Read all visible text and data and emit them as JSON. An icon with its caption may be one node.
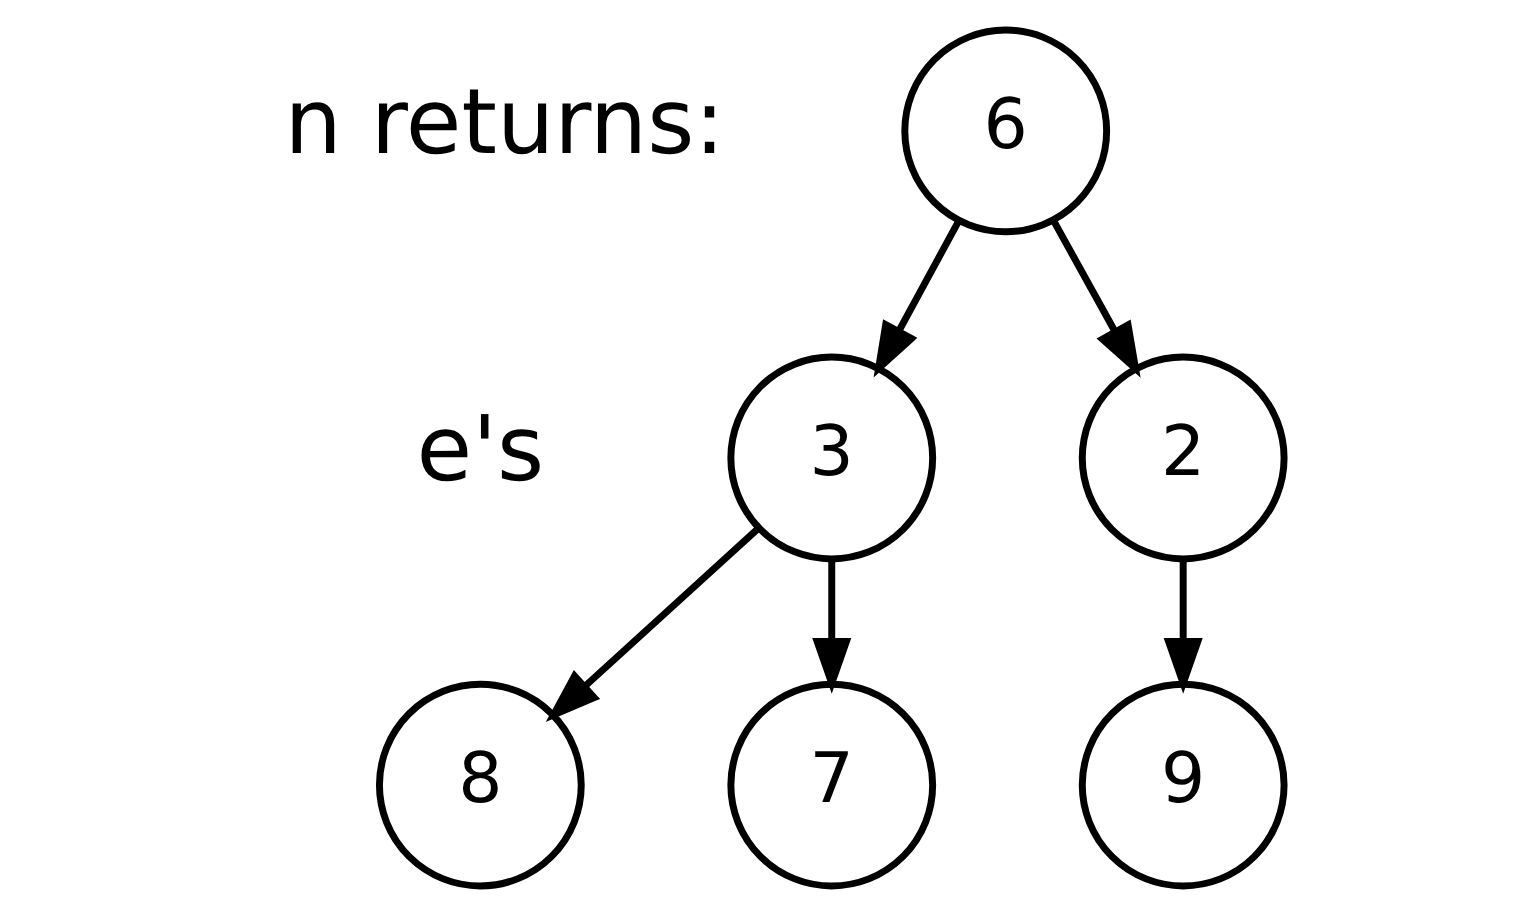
{
  "diagram": {
    "nodes": [
      {
        "text": [
          "6"
        ]
      },
      {
        "text": [
          "3"
        ]
      },
      {
        "text": [
          "2"
        ]
      },
      {
        "text": [
          "8"
        ]
      },
      {
        "text": [
          "7"
        ]
      },
      {
        "text": [
          "9"
        ]
      }
    ],
    "edges": [
      {
        "from": 0,
        "to": 1,
        "arrow": "to"
      },
      {
        "from": 0,
        "to": 2,
        "arrow": "to"
      },
      {
        "from": 1,
        "to": 3,
        "arrow": "to"
      },
      {
        "from": 1,
        "to": 4,
        "arrow": "to"
      },
      {
        "from": 2,
        "to": 5,
        "arrow": "to"
      }
    ],
    "labels": [
      "n returns:",
      "e's"
    ]
  }
}
